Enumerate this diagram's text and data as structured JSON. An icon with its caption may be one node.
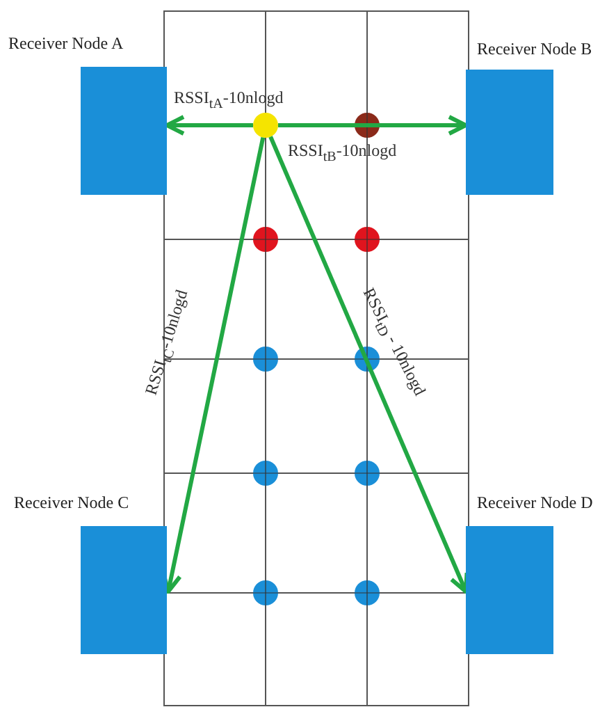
{
  "diagram": {
    "nodes": [
      {
        "text": [
          "Receiver Node A"
        ]
      },
      {
        "text": [
          "Receiver Node B"
        ]
      },
      {
        "text": [],
        "shape": "circle"
      },
      {
        "text": [
          "Receiver Node C"
        ]
      },
      {
        "text": [
          "Receiver Node D"
        ]
      }
    ],
    "edges": [
      {
        "from": 2,
        "to": 0,
        "arrow": "to",
        "label": "RSSI$_{tA}$-10nlogd"
      },
      {
        "from": 2,
        "to": 1,
        "arrow": "to",
        "label": "RSSI$_{tB}$-10nlogd"
      },
      {
        "from": 2,
        "to": 3,
        "arrow": "to",
        "label": "RSSI$_{tC}$-10nlogd"
      },
      {
        "from": 2,
        "to": 4,
        "arrow": "to",
        "label": "RSSI$_{tD}$ - 10nlogd"
      }
    ]
  }
}
